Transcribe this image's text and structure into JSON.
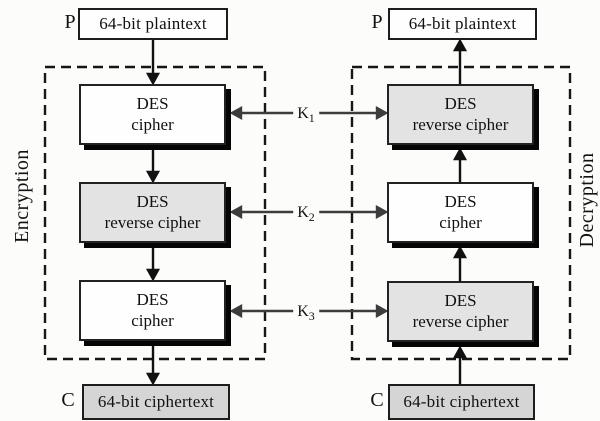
{
  "diagram": {
    "sides": {
      "encryption_title": "Encryption",
      "decryption_title": "Decryption"
    },
    "plaintext": {
      "label": "P",
      "text": "64-bit plaintext"
    },
    "ciphertext": {
      "label": "C",
      "text": "64-bit ciphertext"
    },
    "encryption_column": {
      "boxes": [
        {
          "line1": "DES",
          "line2": "cipher"
        },
        {
          "line1": "DES",
          "line2": "reverse cipher"
        },
        {
          "line1": "DES",
          "line2": "cipher"
        }
      ]
    },
    "decryption_column": {
      "boxes": [
        {
          "line1": "DES",
          "line2": "reverse cipher"
        },
        {
          "line1": "DES",
          "line2": "cipher"
        },
        {
          "line1": "DES",
          "line2": "reverse cipher"
        }
      ]
    },
    "keys": [
      {
        "name": "K",
        "sub": "1"
      },
      {
        "name": "K",
        "sub": "2"
      },
      {
        "name": "K",
        "sub": "3"
      }
    ],
    "colors": {
      "box_gray": "#e3e3e3",
      "terminal_gray": "#d5d5d5",
      "shadow": "#050505",
      "key_arrow": "#3d3d3d",
      "flow_arrow": "#111111"
    }
  }
}
